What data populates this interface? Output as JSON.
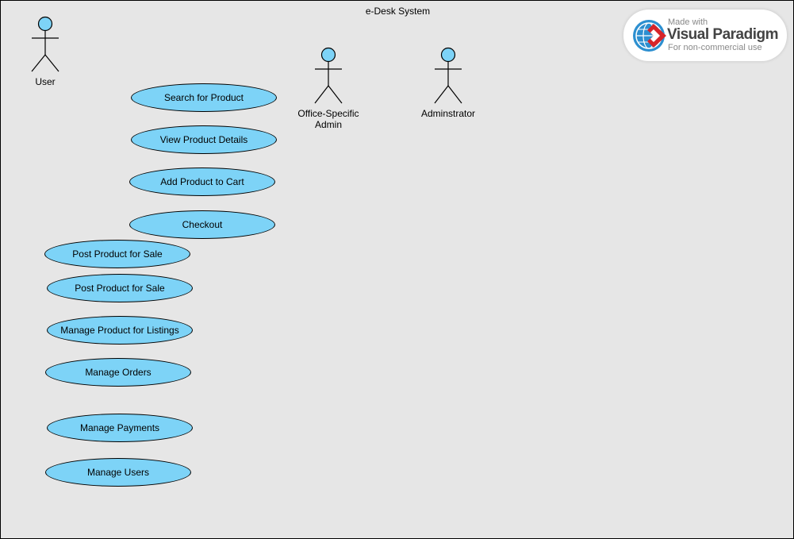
{
  "diagram": {
    "system_title": "e-Desk System",
    "background_color": "#e6e6e6",
    "usecase_fill": "#7dd3f7",
    "actor_fill": "#7dd3f7"
  },
  "actors": [
    {
      "id": "user",
      "label": "User"
    },
    {
      "id": "office-admin",
      "label": "Office-Specific\nAdmin"
    },
    {
      "id": "administrator",
      "label": "Adminstrator"
    }
  ],
  "use_cases": [
    {
      "label": "Search for Product"
    },
    {
      "label": "View Product Details"
    },
    {
      "label": "Add Product to Cart"
    },
    {
      "label": "Checkout"
    },
    {
      "label": "Post Product for Sale"
    },
    {
      "label": "Post Product for Sale"
    },
    {
      "label": "Manage Product for Listings"
    },
    {
      "label": "Manage Orders"
    },
    {
      "label": "Manage Payments"
    },
    {
      "label": "Manage Users"
    }
  ],
  "watermark": {
    "line1": "Made with",
    "line2": "Visual Paradigm",
    "line3": "For non-commercial use"
  }
}
